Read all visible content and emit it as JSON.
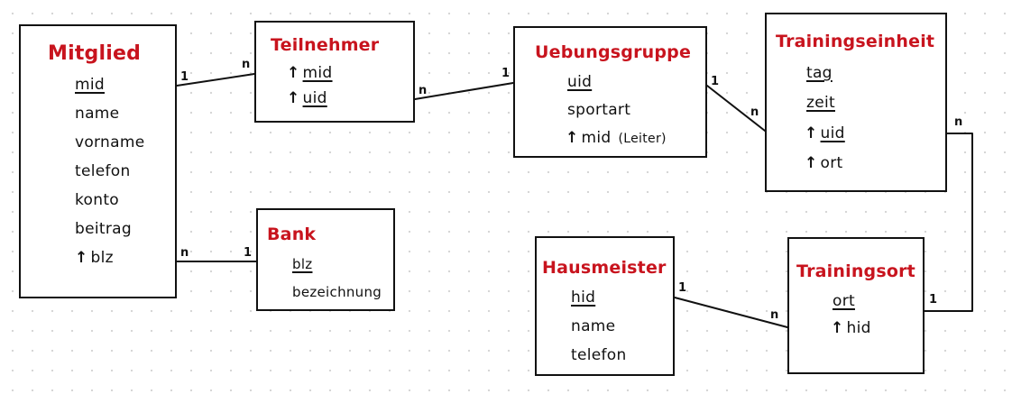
{
  "entities": {
    "mitglied": {
      "title": "Mitglied",
      "attributes": [
        {
          "text": "mid",
          "key": true,
          "fk": false
        },
        {
          "text": "name",
          "key": false,
          "fk": false
        },
        {
          "text": "vorname",
          "key": false,
          "fk": false
        },
        {
          "text": "telefon",
          "key": false,
          "fk": false
        },
        {
          "text": "konto",
          "key": false,
          "fk": false
        },
        {
          "text": "beitrag",
          "key": false,
          "fk": false
        },
        {
          "text": "blz",
          "key": false,
          "fk": true
        }
      ]
    },
    "teilnehmer": {
      "title": "Teilnehmer",
      "attributes": [
        {
          "text": "mid",
          "key": true,
          "fk": true
        },
        {
          "text": "uid",
          "key": true,
          "fk": true
        }
      ]
    },
    "uebungsgruppe": {
      "title": "Uebungsgruppe",
      "attributes": [
        {
          "text": "uid",
          "key": true,
          "fk": false
        },
        {
          "text": "sportart",
          "key": false,
          "fk": false
        },
        {
          "text": "mid",
          "key": false,
          "fk": true,
          "note": "(Leiter)"
        }
      ]
    },
    "trainingseinheit": {
      "title": "Trainingseinheit",
      "attributes": [
        {
          "text": "tag",
          "key": true,
          "fk": false
        },
        {
          "text": "zeit",
          "key": true,
          "fk": false
        },
        {
          "text": "uid",
          "key": true,
          "fk": true
        },
        {
          "text": "ort",
          "key": false,
          "fk": true
        }
      ]
    },
    "bank": {
      "title": "Bank",
      "attributes": [
        {
          "text": "blz",
          "key": true,
          "fk": false
        },
        {
          "text": "bezeichnung",
          "key": false,
          "fk": false
        }
      ]
    },
    "hausmeister": {
      "title": "Hausmeister",
      "attributes": [
        {
          "text": "hid",
          "key": true,
          "fk": false
        },
        {
          "text": "name",
          "key": false,
          "fk": false
        },
        {
          "text": "telefon",
          "key": false,
          "fk": false
        }
      ]
    },
    "trainingsort": {
      "title": "Trainingsort",
      "attributes": [
        {
          "text": "ort",
          "key": true,
          "fk": false
        },
        {
          "text": "hid",
          "key": false,
          "fk": true
        }
      ]
    }
  },
  "relationships": [
    {
      "name": "mitglied-teilnehmer",
      "from_card": "1",
      "to_card": "n"
    },
    {
      "name": "teilnehmer-uebungsgruppe",
      "from_card": "n",
      "to_card": "1"
    },
    {
      "name": "uebungsgruppe-trainingseinheit",
      "from_card": "1",
      "to_card": "n"
    },
    {
      "name": "mitglied-bank",
      "from_card": "n",
      "to_card": "1"
    },
    {
      "name": "trainingseinheit-trainingsort",
      "from_card": "n",
      "to_card": "1"
    },
    {
      "name": "hausmeister-trainingsort",
      "from_card": "1",
      "to_card": "n"
    }
  ]
}
